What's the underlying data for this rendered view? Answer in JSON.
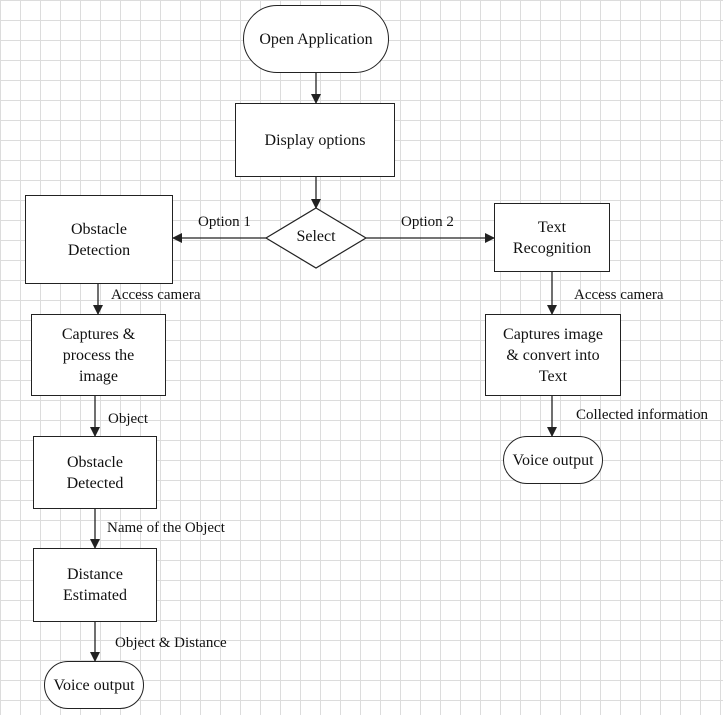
{
  "nodes": {
    "open_application": "Open Application",
    "display_options": "Display options",
    "select": "Select",
    "obstacle_detection": "Obstacle\nDetection",
    "captures_process": "Captures &\nprocess the\nimage",
    "obstacle_detected": "Obstacle\nDetected",
    "distance_estimated": "Distance\nEstimated",
    "voice_output_left": "Voice output",
    "text_recognition": "Text\nRecognition",
    "captures_convert": "Captures image\n& convert into\nText",
    "voice_output_right": "Voice output"
  },
  "edge_labels": {
    "option1": "Option 1",
    "option2": "Option 2",
    "access_camera_left": "Access camera",
    "object": "Object",
    "name_of_object": "Name of the Object",
    "object_distance": "Object & Distance",
    "access_camera_right": "Access camera",
    "collected_information": "Collected information"
  },
  "colors": {
    "stroke": "#222222",
    "grid": "#dcdcdc",
    "background": "#ffffff"
  }
}
